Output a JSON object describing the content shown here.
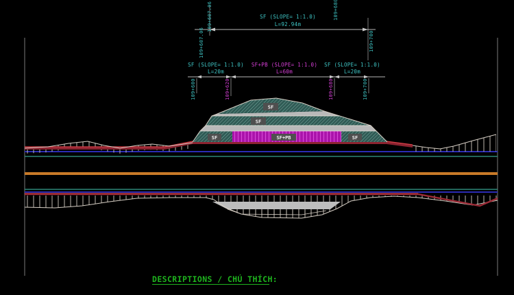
{
  "annotations": {
    "top_dim": {
      "label": "SF (SLOPE= 1:1.0)",
      "length": "L=92.94m"
    },
    "top_stations": {
      "left_a": "109+607.06",
      "left_b": "109+607.06",
      "mid": "109+680",
      "right": "109+700"
    },
    "spans": [
      {
        "label": "SF (SLOPE= 1:1.0)",
        "length": "L=20m"
      },
      {
        "label": "SF+PB (SLOPE= 1:1.0)",
        "length": "L=60m"
      },
      {
        "label": "SF (SLOPE= 1:1.0)",
        "length": "L=20m"
      }
    ],
    "span_stations": [
      "109+600",
      "109+620",
      "109+680",
      "109+700"
    ]
  },
  "zone_labels": {
    "top": "SF",
    "middle": "SF",
    "bottom_left": "SF",
    "bottom_center": "SF+PB",
    "bottom_right": "SF"
  },
  "heading": "DESCRIPTIONS / CHÚ THÍCH:",
  "colors": {
    "cyan_text": "#3fc6c6",
    "magenta_text": "#d83fd8",
    "green_text": "#1eb41e",
    "teal_fill": "#305b55",
    "magenta_fill": "#ab14ab",
    "gray_berm": "#b9b9b9",
    "red_line": "#c03040",
    "orange_line": "#c87a28",
    "blue_line": "#2b2bb4",
    "teal_line": "#2e8878"
  }
}
